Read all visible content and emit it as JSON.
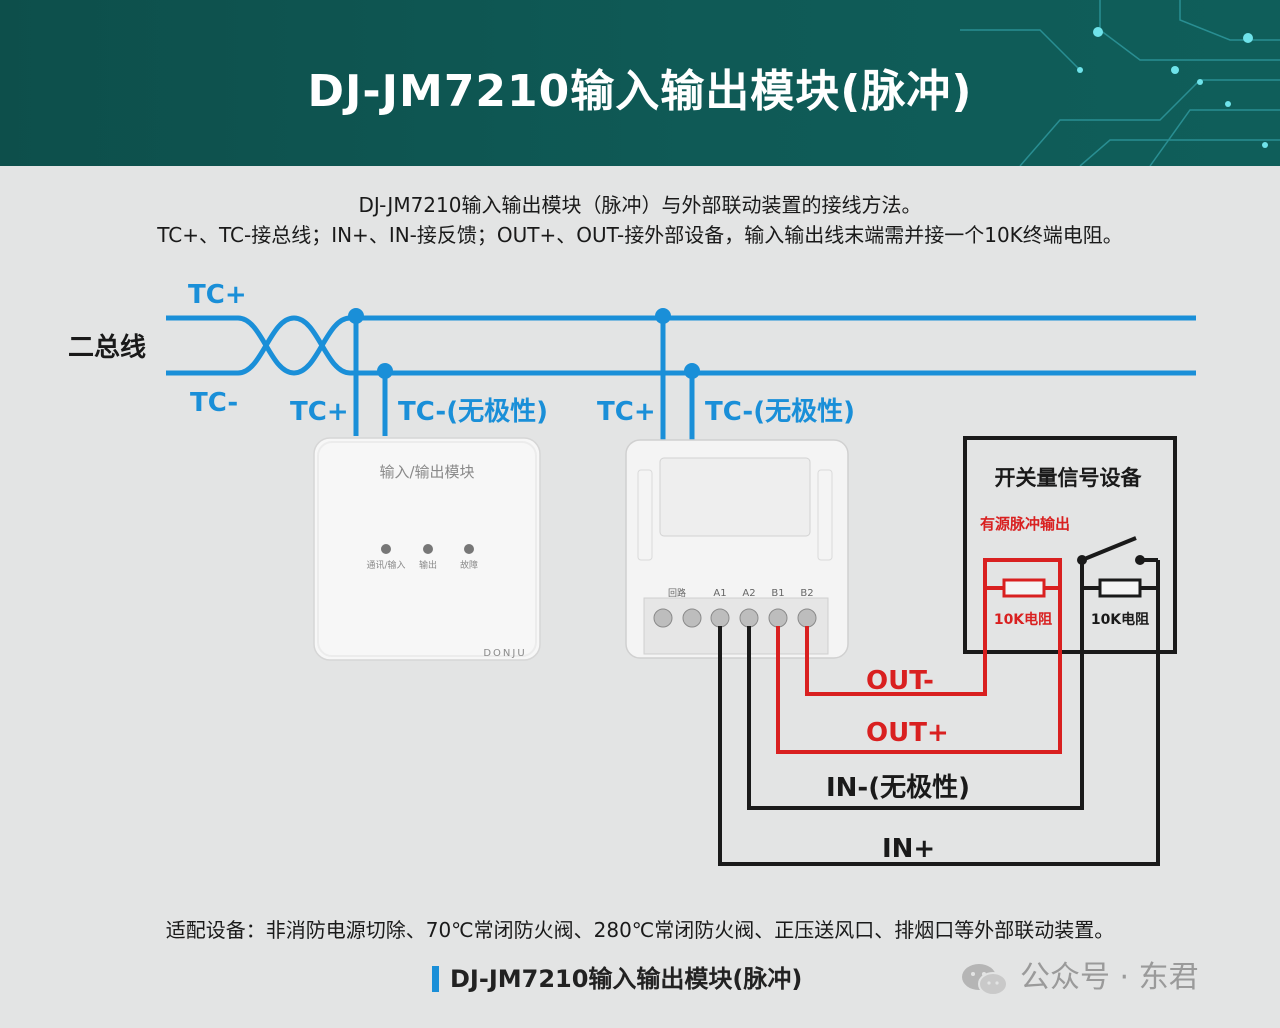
{
  "header": {
    "title": "DJ-JM7210输入输出模块(脉冲)"
  },
  "intro": {
    "line1": "DJ-JM7210输入输出模块（脉冲）与外部联动装置的接线方法。",
    "line2": "TC+、TC-接总线；IN+、IN-接反馈；OUT+、OUT-接外部设备，输入输出线末端需并接一个10K终端电阻。"
  },
  "bus": {
    "name": "二总线",
    "tc_plus": "TC+",
    "tc_minus": "TC-",
    "branch1_plus": "TC+",
    "branch1_minus": "TC-(无极性)",
    "branch2_plus": "TC+",
    "branch2_minus": "TC-(无极性)"
  },
  "module_front": {
    "label": "输入/输出模块",
    "led1": "通讯/输入",
    "led2": "输出",
    "led3": "故障",
    "brand": "DONJU"
  },
  "module_base": {
    "terminals": [
      "",
      "",
      "A1",
      "A2",
      "B1",
      "B2"
    ],
    "loop_label": "回路"
  },
  "device": {
    "title": "开关量信号设备",
    "subtitle": "有源脉冲输出",
    "resistor_red": "10K电阻",
    "resistor_black": "10K电阻"
  },
  "wires": {
    "out_minus": "OUT-",
    "out_plus": "OUT+",
    "in_minus": "IN-(无极性)",
    "in_plus": "IN+"
  },
  "colors": {
    "header_bg": "#0f5a56",
    "bus_blue": "#1a8fd8",
    "out_red": "#d92020",
    "in_black": "#1a1a1a"
  },
  "footer": {
    "note": "适配设备：非消防电源切除、70℃常闭防火阀、280℃常闭防火阀、正压送风口、排烟口等外部联动装置。",
    "caption": "DJ-JM7210输入输出模块(脉冲)",
    "watermark": "公众号 · 东君"
  }
}
